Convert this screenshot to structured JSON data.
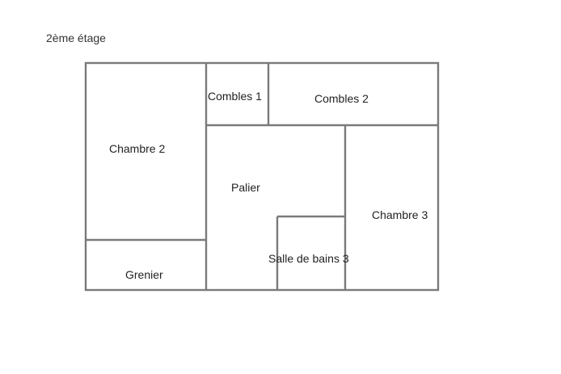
{
  "floor": {
    "title": "2ème étage"
  },
  "rooms": {
    "chambre_2": "Chambre 2",
    "grenier": "Grenier",
    "combles_1": "Combles 1",
    "combles_2": "Combles 2",
    "palier": "Palier",
    "salle_de_bains_3": "Salle de bains 3",
    "chambre_3": "Chambre 3"
  },
  "colors": {
    "wall": "#7a7a7a",
    "text": "#222222"
  }
}
